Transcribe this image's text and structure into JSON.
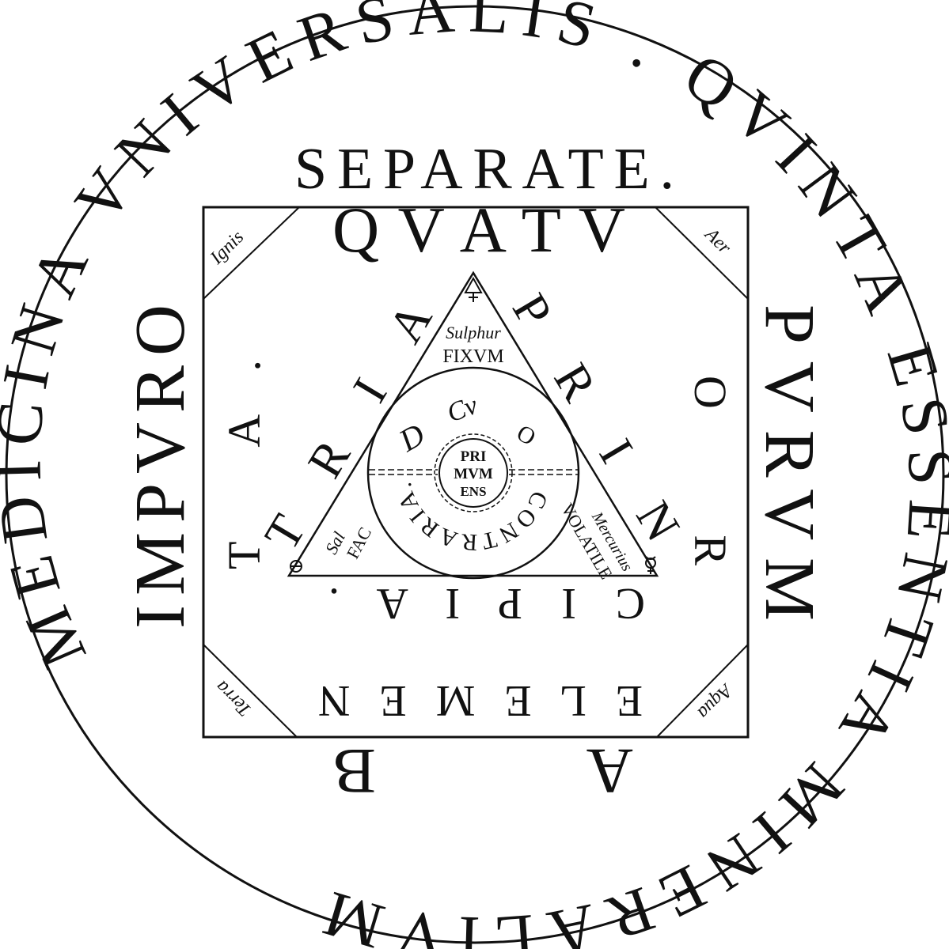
{
  "outer_ring": {
    "text": "MEDICINA VNIVERSALIS . QVINTA ESSENTIA MINERALIVM"
  },
  "square_outer": {
    "top": "SEPARATE.",
    "right": "PVRVM",
    "bottom": "A   B",
    "left": "IMPVRO"
  },
  "square_inner": {
    "top": "Q V A T V",
    "right": "O        R",
    "bottom": "E L E M E N",
    "left": "T        A."
  },
  "corners": {
    "top_left": "Ignis",
    "top_right": "Aer",
    "bottom_left": "Terra",
    "bottom_right": "Aqua"
  },
  "triangle": {
    "left_side": "T R I A",
    "right_side": "P R I N",
    "bottom_side": "C I P I A .",
    "apex_label": "Sulphur",
    "apex_sublabel": "FIXVM",
    "left_label": "Sal",
    "left_sublabel": "FAC",
    "right_label": "Mercurius",
    "right_sublabel": "VOLATILE",
    "apex_symbol": "sulphur-symbol",
    "left_symbol": "salt-symbol",
    "right_symbol": "mercury-symbol"
  },
  "inner_circle": {
    "upper_letters": [
      "D",
      "Cv",
      "O"
    ],
    "lower_arc": "CONTRARIA.",
    "center_lines": [
      "PRI",
      "MVM",
      "ENS"
    ]
  }
}
